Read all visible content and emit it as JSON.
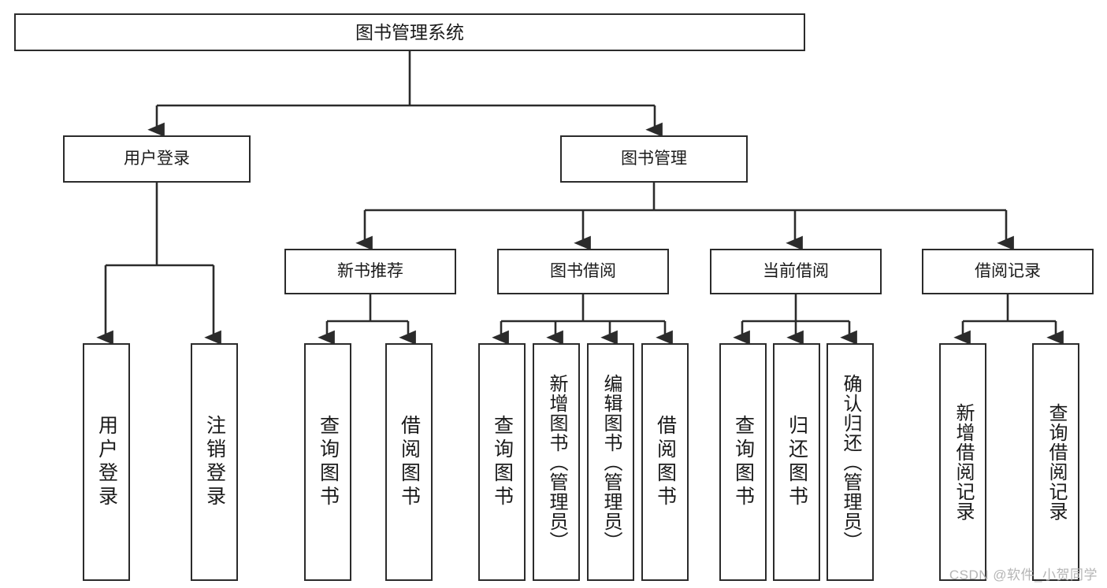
{
  "diagram": {
    "type": "tree",
    "title": "图书管理系统",
    "background_color": "#ffffff",
    "border_color": "#2b2b2b",
    "text_color": "#1a1a1a",
    "root": {
      "id": "root",
      "label": "图书管理系统"
    },
    "level1": [
      {
        "id": "user-login",
        "label": "用户登录"
      },
      {
        "id": "book-manage",
        "label": "图书管理"
      }
    ],
    "level2": [
      {
        "id": "new-book-rec",
        "label": "新书推荐",
        "parent": "book-manage"
      },
      {
        "id": "book-borrow",
        "label": "图书借阅",
        "parent": "book-manage"
      },
      {
        "id": "current-borrow",
        "label": "当前借阅",
        "parent": "book-manage"
      },
      {
        "id": "borrow-record",
        "label": "借阅记录",
        "parent": "book-manage"
      }
    ],
    "leaves": [
      {
        "id": "leaf-user-login",
        "label": "用户登录",
        "parent": "user-login"
      },
      {
        "id": "leaf-logout-login",
        "label": "注销登录",
        "parent": "user-login"
      },
      {
        "id": "leaf-query-book-1",
        "label": "查询图书",
        "parent": "new-book-rec"
      },
      {
        "id": "leaf-borrow-book-1",
        "label": "借阅图书",
        "parent": "new-book-rec"
      },
      {
        "id": "leaf-query-book-2",
        "label": "查询图书",
        "parent": "book-borrow"
      },
      {
        "id": "leaf-add-book",
        "label": "新增图书（管理员）",
        "parent": "book-borrow"
      },
      {
        "id": "leaf-edit-book",
        "label": "编辑图书（管理员）",
        "parent": "book-borrow"
      },
      {
        "id": "leaf-borrow-book-2",
        "label": "借阅图书",
        "parent": "book-borrow"
      },
      {
        "id": "leaf-query-book-3",
        "label": "查询图书",
        "parent": "current-borrow"
      },
      {
        "id": "leaf-return-book",
        "label": "归还图书",
        "parent": "current-borrow"
      },
      {
        "id": "leaf-confirm-return",
        "label": "确认归还（管理员）",
        "parent": "current-borrow"
      },
      {
        "id": "leaf-add-record",
        "label": "新增借阅记录",
        "parent": "borrow-record"
      },
      {
        "id": "leaf-query-record",
        "label": "查询借阅记录",
        "parent": "borrow-record"
      }
    ]
  },
  "watermark": {
    "text": "CSDN @软件_小贺同学"
  }
}
